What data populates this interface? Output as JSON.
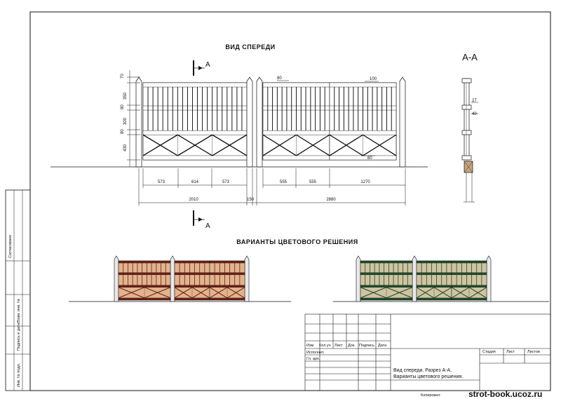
{
  "colors": {
    "line": "#111111",
    "brown_frame": "#6b1f14",
    "brown_slat": "#e2b48e",
    "green_frame": "#1f4a2a",
    "green_slat": "#cfc4a2",
    "post": "#e9e9e9"
  },
  "titles": {
    "front_view": "ВИД СПЕРЕДИ",
    "color_variants": "ВАРИАНТЫ ЦВЕТОВОГО РЕШЕНИЯ",
    "section": "А-А"
  },
  "section_marker": "А",
  "dims_horizontal": {
    "d1": "573",
    "d2": "614",
    "d3": "573",
    "d4": "555",
    "d5": "555",
    "d6": "1270",
    "total_left": "2010",
    "post": "150",
    "total_right": "2880",
    "top_a": "80",
    "top_b": "100",
    "bottom_a": "80"
  },
  "dims_vertical": [
    "70",
    "350",
    "80",
    "300",
    "80",
    "430"
  ],
  "section_dims": [
    "27",
    "40"
  ],
  "side_stamp": [
    "Согласовано",
    "Инв. № подл.",
    "Подпись и дата",
    "Взам. инв. №"
  ],
  "title_block": {
    "headers": [
      "Изм",
      "Кол.уч",
      "Лист",
      "Док.",
      "Подпись",
      "Дата"
    ],
    "roles": [
      "Исполнит.",
      "Гл. арх."
    ],
    "stage_cols": [
      "Стадия",
      "Лист",
      "Листов"
    ],
    "description_1": "Вид спереди. Разрез А-А.",
    "description_2": "Варианты цветового решения.",
    "copied": "Копировал"
  },
  "watermark": "strot-book.ucoz.ru"
}
